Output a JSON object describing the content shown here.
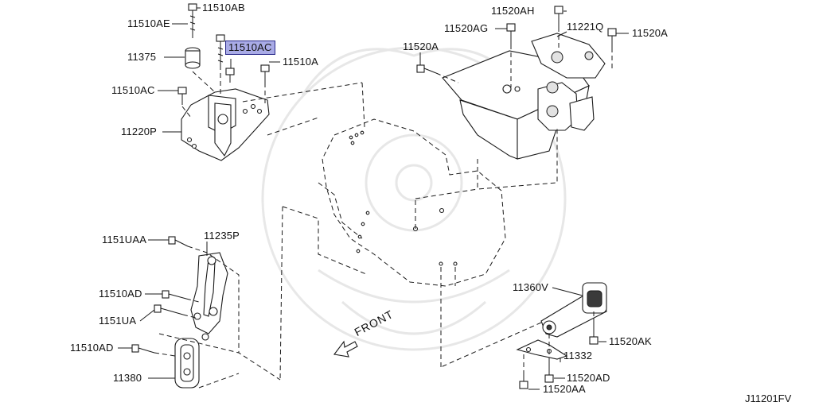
{
  "diagram": {
    "reference_code": "J11201FV",
    "front_label": "FRONT",
    "labels": {
      "p11510AE": "11510AE",
      "p11510AB": "11510AB",
      "p11375": "11375",
      "p11510AC_top": "11510AC",
      "p11510A_left": "11510A",
      "p11510AC_left": "11510AC",
      "p11220P": "11220P",
      "p1151UAA": "1151UAA",
      "p11235P": "11235P",
      "p11510AD_top": "11510AD",
      "p1151UA": "1151UA",
      "p11510AD_bottom": "11510AD",
      "p11380": "11380",
      "p11520AH": "11520AH",
      "p11520AG": "11520AG",
      "p11221Q": "11221Q",
      "p11520A_right": "11520A",
      "p11520A_left": "11520A",
      "p11360V": "11360V",
      "p11520AK": "11520AK",
      "p11332": "11332",
      "p11520AD": "11520AD",
      "p11520AA": "11520AA"
    }
  }
}
